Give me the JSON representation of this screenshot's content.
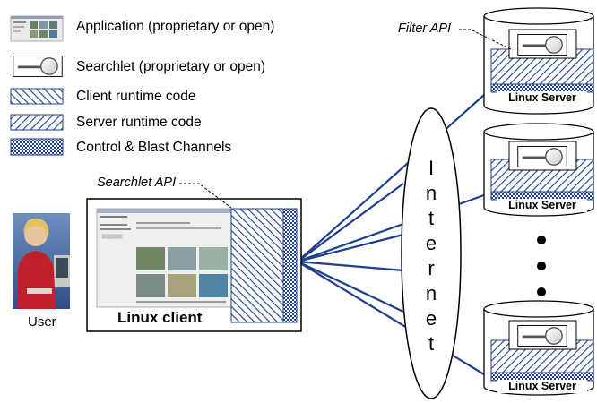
{
  "legend": {
    "application": "Application (proprietary or open)",
    "searchlet": "Searchlet  (proprietary or open)",
    "client_runtime": "Client runtime code",
    "server_runtime": "Server runtime code",
    "channels": "Control & Blast Channels"
  },
  "labels": {
    "filter_api": "Filter API",
    "searchlet_api": "Searchlet API",
    "linux_client": "Linux client",
    "user": "User",
    "internet_letters": [
      "I",
      "n",
      "t",
      "e",
      "r",
      "n",
      "e",
      "t"
    ]
  },
  "servers": [
    {
      "label": "Linux Server"
    },
    {
      "label": "Linux Server"
    },
    {
      "label": "Linux Server"
    }
  ],
  "colors": {
    "connector": "#1f3f8f",
    "hatch": "#1f3f8f",
    "cross": "#1f3f8f",
    "background": "#ffffff"
  },
  "icons": {
    "magnifier": "magnifier-icon",
    "app_thumbnail": "application-screenshot-icon",
    "user_photo": "user-photo"
  }
}
